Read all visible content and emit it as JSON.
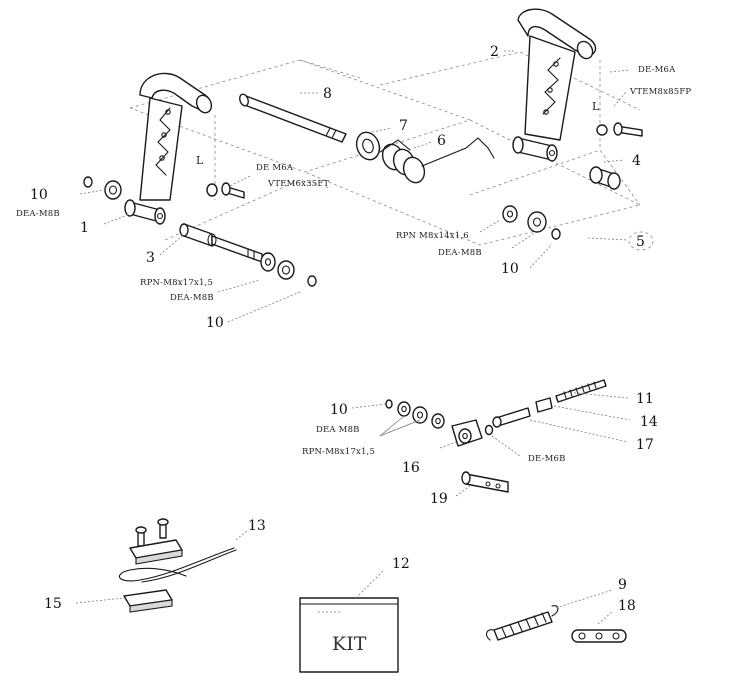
{
  "labels": {
    "n1": "1",
    "n2": "2",
    "n3": "3",
    "n4": "4",
    "n5": "5",
    "n6": "6",
    "n7": "7",
    "n8": "8",
    "n9": "9",
    "n10a": "10",
    "n10b": "10",
    "n10c": "10",
    "n10d": "10",
    "n11": "11",
    "n12": "12",
    "n13": "13",
    "n14": "14",
    "n15": "15",
    "n16": "16",
    "n17": "17",
    "n18": "18",
    "n19": "19"
  },
  "codes": {
    "dea_m8b_left": "DEA-M8B",
    "de_m6a_left": "DE M6A",
    "vtem_left": "VTEM6x35FT",
    "rpn_left": "RPN-M8x17x1,5",
    "dea_m8b_left2": "DEA-M8B",
    "de_m6a_right": "DE-M6A",
    "vtem_right": "VTEM8x85FP",
    "rpn_right": "RPN M8x14x1,6",
    "dea_m8b_right": "DEA-M8B",
    "dea_m8b_mid": "DEA M8B",
    "rpn_mid": "RPN-M8x17x1,5",
    "de_m6b_mid": "DE-M6B"
  },
  "dims": {
    "l_left": "L",
    "l_right": "L"
  },
  "kit_text": "KIT"
}
